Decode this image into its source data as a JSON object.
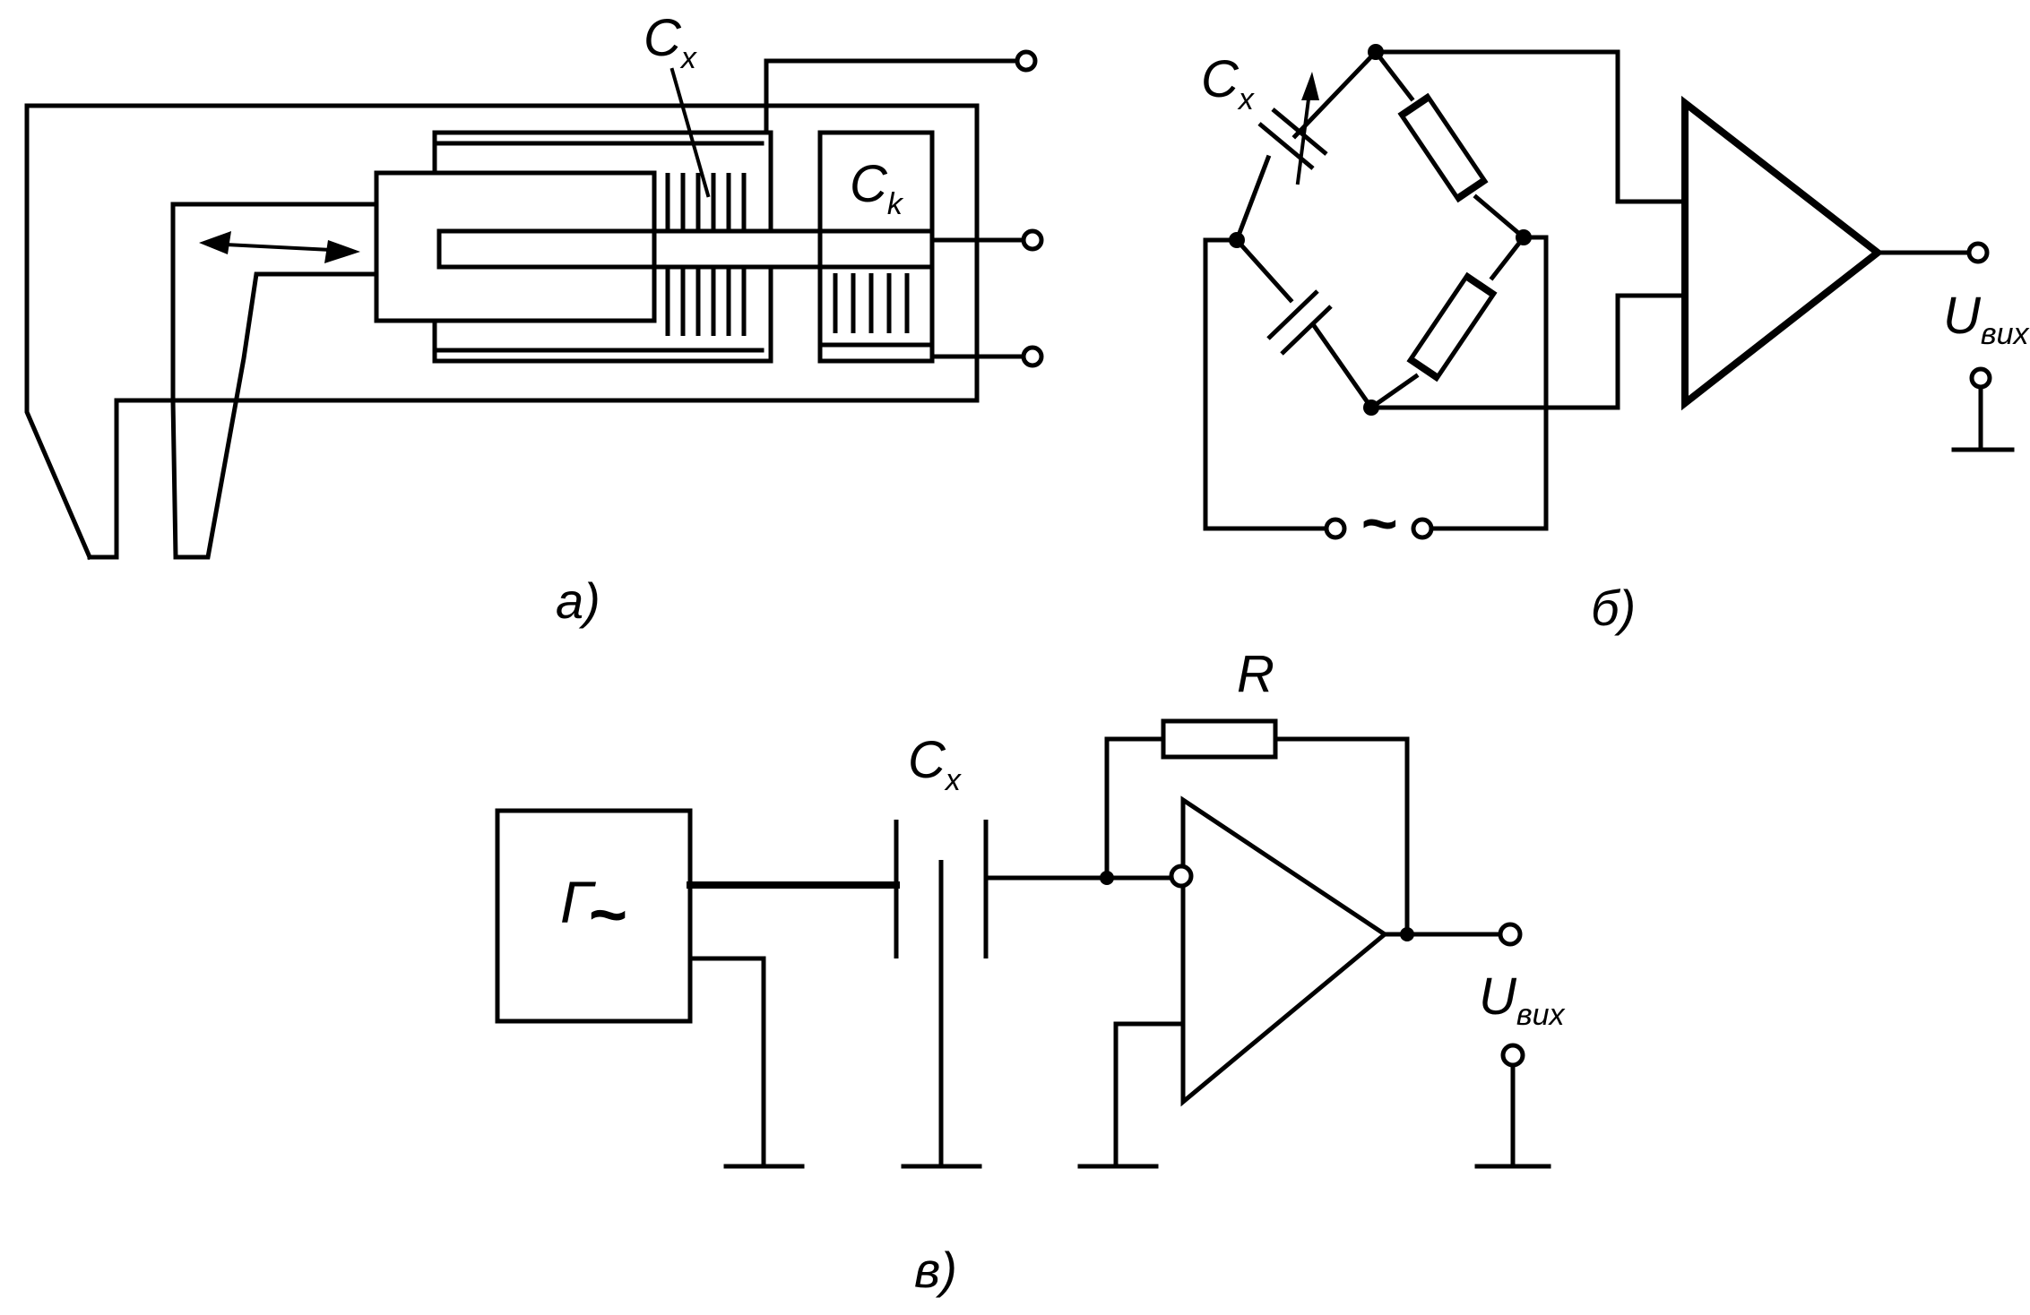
{
  "panels": {
    "a": {
      "caption": "а)",
      "cx_main": "C",
      "cx_sub": "x",
      "ck_main": "C",
      "ck_sub": "k"
    },
    "b": {
      "caption": "б)",
      "cx_main": "C",
      "cx_sub": "x",
      "source": "~",
      "uout_main": "U",
      "uout_sub": "вих"
    },
    "v": {
      "caption": "в)",
      "cx_main": "C",
      "cx_sub": "x",
      "r_label": "R",
      "gen_main": "Г",
      "gen_tilde": "~",
      "uout_main": "U",
      "uout_sub": "вих"
    }
  }
}
